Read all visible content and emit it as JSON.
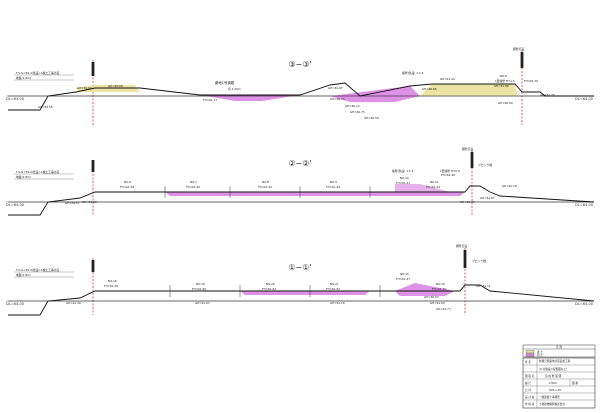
{
  "sections": [
    {
      "title": "③−③'",
      "datum_left": "DL=64.00",
      "datum_right": "DL=64.00",
      "left_note": [
        "T.S-G=59.4(既設) A棟土工事計画",
        "地盤(1.8m)"
      ],
      "elevations": [
        "GH=59.92",
        "GH=59.56",
        "GH=60.88",
        "FH=61.77",
        "GH=61.97",
        "GH=60.74",
        "GH=60.14",
        "GH=60.75",
        "GH=60.56",
        "GH=61.44",
        "GH=61.96",
        "FH=61.70",
        "GH=60.86",
        "GH=60.84",
        "GH=61.76"
      ],
      "callouts": [
        "敷地1号道路",
        "切 1.50m",
        "擁壁(既設) 1:1.5",
        "L型擁壁 H=1.5",
        "NO.8",
        "鋼管打設"
      ]
    },
    {
      "title": "②−②'",
      "datum_left": "DL=64.00",
      "datum_right": "DL=64.00",
      "left_note": [
        "T.S-G=59.4(既設) A棟土工事計画",
        "地盤(1.8m)"
      ],
      "elevations": [
        "GH=59.87",
        "GH=59.90",
        "NO.6",
        "FH=61.59",
        "NO.7",
        "FH=61.56",
        "NO.8",
        "FH=61.52",
        "NO.9",
        "FH=61.49",
        "NO.10",
        "FH=61.43",
        "NO.11",
        "FH=61.54",
        "GH=61.47",
        "GH=61.87",
        "FH=61.40",
        "GH=61.19"
      ],
      "callouts": [
        "擁壁(既設) 1:1.5",
        "L型擁壁 H=0.8",
        "ブロック積",
        "鋼管打設"
      ]
    },
    {
      "title": "①−①'",
      "datum_left": "DL=64.00",
      "datum_right": "DL=64.00",
      "left_note": [
        "T.S-G=59.4(既設) A棟土工事計画",
        "地盤(1.8m)"
      ],
      "elevations": [
        "GH=61.49",
        "NO.16",
        "FH=61.56",
        "NO.18",
        "FH=61.66",
        "NO.20",
        "FH=61.64",
        "NO.21",
        "FH=61.62",
        "NO.15",
        "FH=61.47",
        "NO.16",
        "FH=61.70",
        "GH=61.67",
        "GH=61.18",
        "GH=60.93",
        "GH=61.93",
        "GH=61.73",
        "GH=61.71"
      ],
      "callouts": [
        "ブロック積",
        "鋼管打設"
      ]
    }
  ],
  "legend": {
    "header": "凡  例",
    "items": [
      "盛 土",
      "切 土"
    ],
    "colors": {
      "fill": "#e9e19a",
      "cut": "#d77fe0"
    }
  },
  "title_block": {
    "rows": [
      [
        "件 名",
        "外観空間路地計画造成工事"
      ],
      [
        "",
        "(公共施設の配置図など)"
      ],
      [
        "図 面 名",
        "造 成 断 面 図"
      ],
      [
        "縮 尺",
        "1/500",
        "図 番"
      ],
      [
        "日 付",
        "H29.1.20"
      ],
      [
        "設 計 者",
        "一級建築士事務所"
      ],
      [
        "作 成 者",
        "土地建物開発株式会社"
      ]
    ]
  }
}
